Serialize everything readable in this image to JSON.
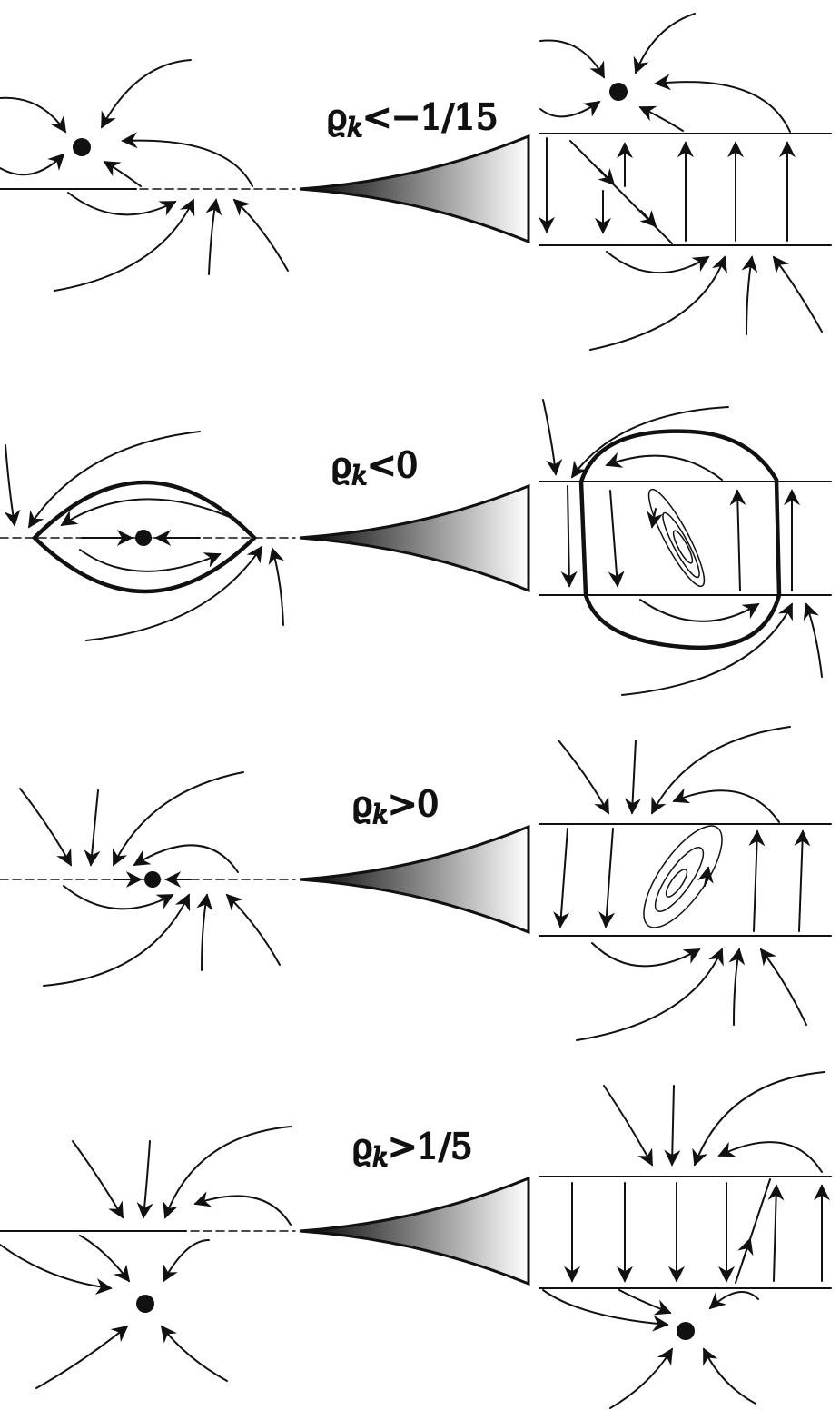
{
  "panels": [
    {
      "id": "p1",
      "rho": "ϱ",
      "sub": "k",
      "cond": "<−1/15"
    },
    {
      "id": "p2",
      "rho": "ϱ",
      "sub": "k",
      "cond": "<0"
    },
    {
      "id": "p3",
      "rho": "ϱ",
      "sub": "k",
      "cond": ">0"
    },
    {
      "id": "p4",
      "rho": "ϱ",
      "sub": "k",
      "cond": ">1/5"
    }
  ],
  "colors": {
    "ink": "#111111",
    "wedge_dark": "#000000",
    "wedge_light": "#ffffff"
  }
}
